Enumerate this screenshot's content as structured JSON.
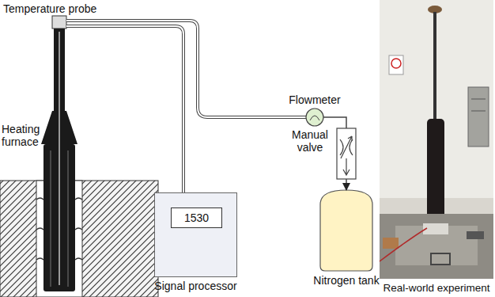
{
  "diagram": {
    "nodes": [
      {
        "text": [
          "Signal processor"
        ]
      },
      {
        "text": [
          "1530"
        ],
        "in": 0
      },
      {
        "text": [
          "Flowmeter"
        ]
      },
      {
        "text": [
          "Manual valve"
        ]
      },
      {
        "text": [
          "Nitrogen tank"
        ]
      },
      {
        "text": [
          "Real-world experiment"
        ]
      }
    ],
    "edges": [
      {
        "from": 2,
        "to": 3,
        "arrow": "none"
      },
      {
        "from": 3,
        "to": 4,
        "arrow": "to"
      }
    ],
    "labels": [
      "Temperature probe",
      "Heating furnace"
    ]
  }
}
